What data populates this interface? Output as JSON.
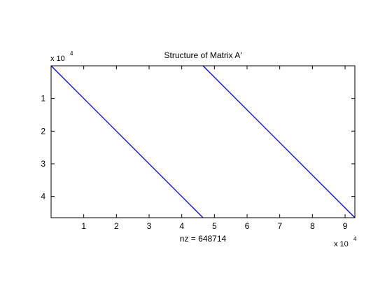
{
  "chart_data": {
    "type": "line",
    "title": "Structure of Matrix A'",
    "xlabel": "nz = 648714",
    "ylabel": "",
    "x_exponent_label": {
      "base": "x 10",
      "exp": "4"
    },
    "y_exponent_label": {
      "base": "x 10",
      "exp": "4"
    },
    "xlim": [
      0,
      93000
    ],
    "ylim": [
      0,
      46500
    ],
    "y_reversed": true,
    "x_ticks": [
      10000,
      20000,
      30000,
      40000,
      50000,
      60000,
      70000,
      80000,
      90000
    ],
    "x_tick_labels": [
      "1",
      "2",
      "3",
      "4",
      "5",
      "6",
      "7",
      "8",
      "9"
    ],
    "y_ticks": [
      10000,
      20000,
      30000,
      40000
    ],
    "y_tick_labels": [
      "1",
      "2",
      "3",
      "4"
    ],
    "grid": false,
    "series": [
      {
        "color": "#0000cc",
        "x": [
          0,
          46500
        ],
        "y": [
          0,
          46500
        ]
      },
      {
        "color": "#0000cc",
        "x": [
          46500,
          93000
        ],
        "y": [
          0,
          46500
        ]
      }
    ]
  }
}
